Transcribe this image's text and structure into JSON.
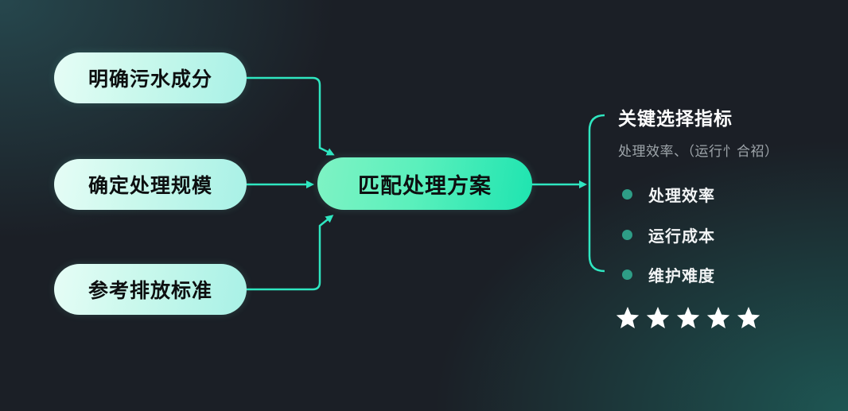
{
  "inputs": [
    {
      "label": "明确污水成分"
    },
    {
      "label": "确定处理规模"
    },
    {
      "label": "参考排放标准"
    }
  ],
  "center": {
    "label": "匹配处理方案"
  },
  "criteria": {
    "title": "关键选择指标",
    "subtitle": "处理效率、（运行忄合祒）",
    "items": [
      {
        "label": "处理效率"
      },
      {
        "label": "运行成本"
      },
      {
        "label": "维护难度"
      }
    ],
    "rating": {
      "stars": 5,
      "max": 5
    }
  },
  "colors": {
    "connector": "#2fe6c0",
    "input_pill": "#c9f8ec",
    "center_pill": "#4cefbb",
    "bullet": "#2e9d86",
    "background": "#1b1f26"
  }
}
